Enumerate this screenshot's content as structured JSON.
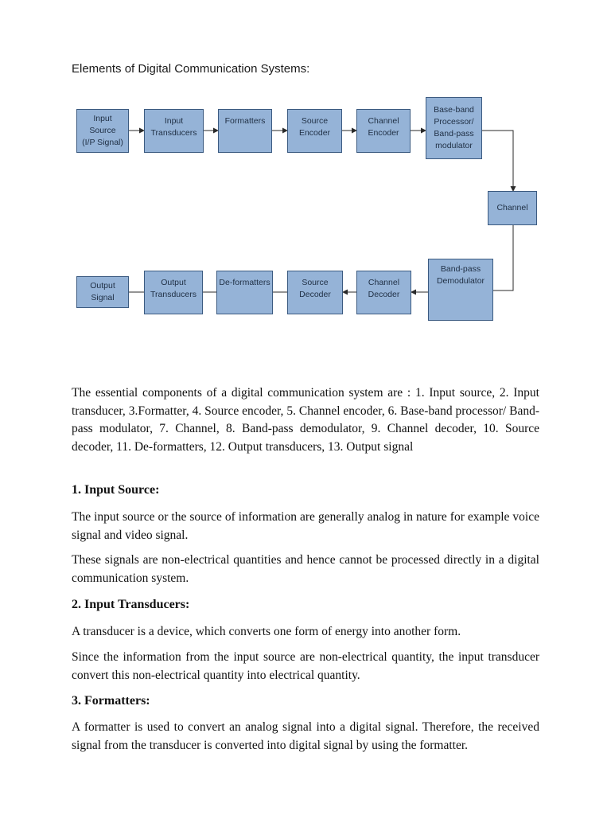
{
  "doc": {
    "heading": "Elements of Digital Communication Systems:",
    "diagram": {
      "blocks": {
        "input_source": "Input\nSource\n(I/P Signal)",
        "input_transducers": "Input\nTransducers",
        "formatters": "Formatters",
        "source_encoder": "Source\nEncoder",
        "channel_encoder": "Channel\nEncoder",
        "baseband_processor": "Base-band\nProcessor/\nBand-pass\nmodulator",
        "channel": "Channel",
        "bandpass_demodulator": "Band-pass\nDemodulator",
        "channel_decoder": "Channel\nDecoder",
        "source_decoder": "Source\nDecoder",
        "deformatters": "De-formatters",
        "output_transducers": "Output\nTransducers",
        "output_signal": "Output\nSignal"
      }
    },
    "intro": "The essential components of a digital communication system are : 1. Input source, 2. Input transducer, 3.Formatter, 4. Source encoder, 5. Channel encoder, 6. Base-band processor/ Band-pass modulator, 7. Channel, 8. Band-pass demodulator, 9. Channel decoder, 10. Source decoder, 11. De-formatters, 12. Output transducers, 13. Output signal",
    "sections": [
      {
        "title": "1. Input Source:",
        "paragraphs": [
          "The input source or the source of information are generally analog in nature for example voice signal and video signal.",
          "These signals are non-electrical quantities and hence cannot be processed directly in a digital communication system."
        ]
      },
      {
        "title": "2. Input Transducers:",
        "paragraphs": [
          "A transducer is a device, which converts one form of energy into another form.",
          "Since the information from the input source are non-electrical quantity, the input transducer convert this non-electrical quantity into electrical quantity."
        ]
      },
      {
        "title": "3. Formatters:",
        "paragraphs": [
          "A formatter is used to convert an analog signal into a digital signal. Therefore, the received signal from the transducer is converted into digital signal by using the formatter."
        ]
      }
    ]
  }
}
